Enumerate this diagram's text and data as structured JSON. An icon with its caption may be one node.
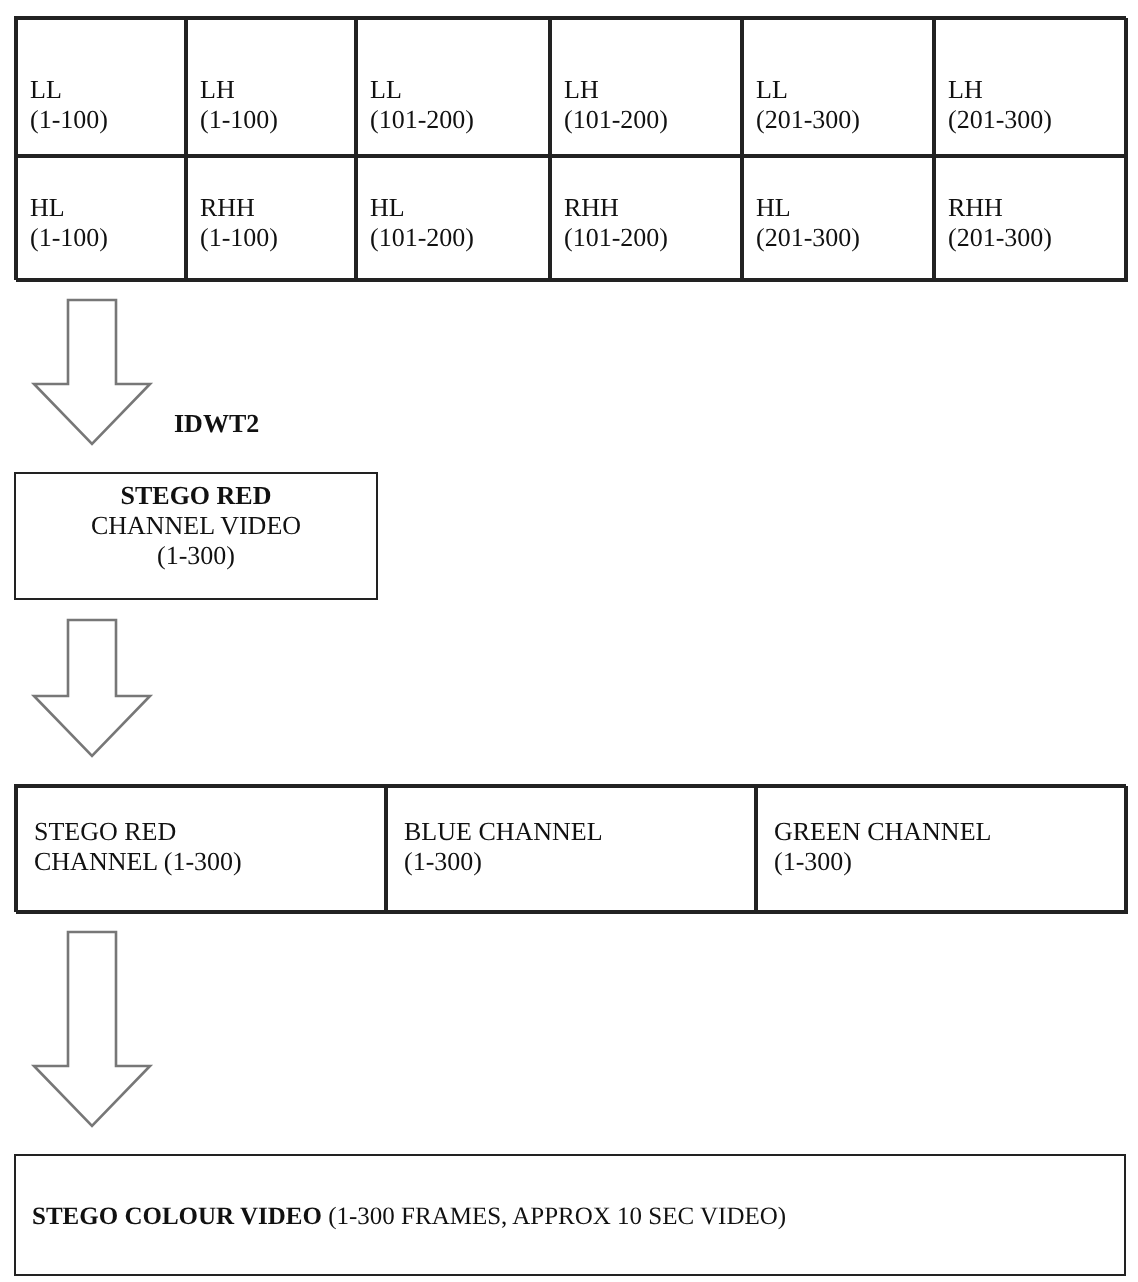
{
  "diagram": {
    "nodes": [
      {
        "text": [],
        "shape": "box"
      },
      {
        "text": [
          "LL (1-100)"
        ],
        "in": 0
      },
      {
        "text": [
          "LH (1-100)"
        ],
        "in": 0
      },
      {
        "text": [
          "LL (101-200)"
        ],
        "in": 0
      },
      {
        "text": [
          "LH (101-200)"
        ],
        "in": 0
      },
      {
        "text": [
          "LL (201-300)"
        ],
        "in": 0
      },
      {
        "text": [
          "LH (201-300)"
        ],
        "in": 0
      },
      {
        "text": [
          "HL (1-100)"
        ],
        "in": 0
      },
      {
        "text": [
          "RHH (1-100)"
        ],
        "in": 0
      },
      {
        "text": [
          "HL (101-200)"
        ],
        "in": 0
      },
      {
        "text": [
          "RHH (101-200)"
        ],
        "in": 0
      },
      {
        "text": [
          "HL (201-300)"
        ],
        "in": 0
      },
      {
        "text": [
          "RHH (201-300)"
        ],
        "in": 0
      },
      {
        "text": [
          "**STEGO RED** CHANNEL VIDEO (1-300)"
        ]
      },
      {
        "text": [],
        "shape": "box"
      },
      {
        "text": [
          "STEGO RED CHANNEL (1-300)"
        ],
        "in": 14
      },
      {
        "text": [
          "BLUE CHANNEL (1-300)"
        ],
        "in": 14
      },
      {
        "text": [
          "GREEN CHANNEL (1-300)"
        ],
        "in": 14
      },
      {
        "text": [
          "**STEGO COLOUR VIDEO** (1-300 FRAMES, APPROX 10 SEC VIDEO)"
        ]
      }
    ],
    "edges": [
      {
        "from": 0,
        "to": 13,
        "arrow": "to",
        "label": "IDWT2"
      },
      {
        "from": 13,
        "to": 14,
        "arrow": "to"
      },
      {
        "from": 14,
        "to": 18,
        "arrow": "to"
      }
    ]
  }
}
